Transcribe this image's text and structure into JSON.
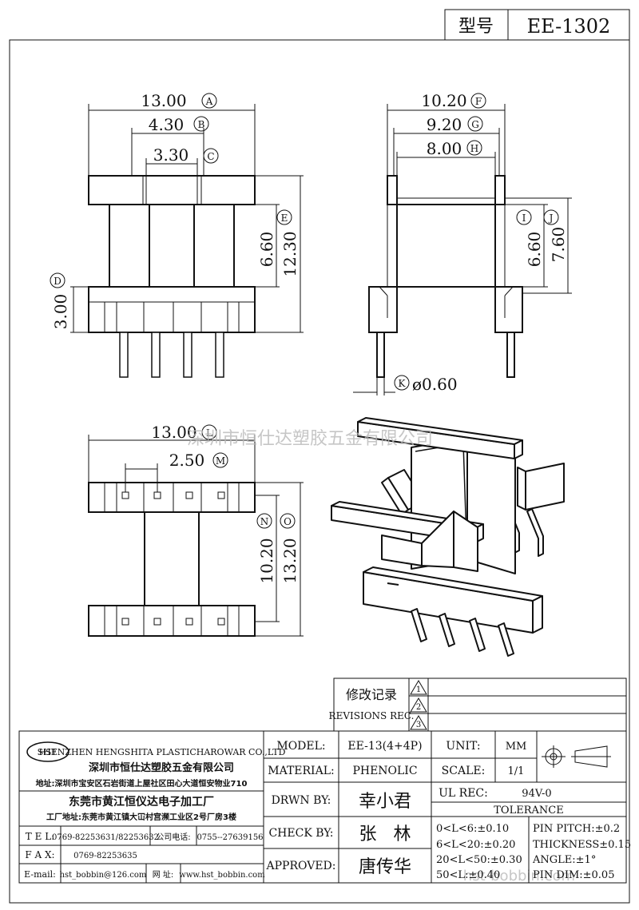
{
  "header": {
    "type_label": "型号",
    "model_code": "EE-1302"
  },
  "dims": {
    "a": "13.00",
    "a_ref": "A",
    "b": "4.30",
    "b_ref": "B",
    "c": "3.30",
    "c_ref": "C",
    "d": "3.00",
    "d_ref": "D",
    "e": "6.60",
    "e2": "12.30",
    "e_ref": "E",
    "f": "10.20",
    "f_ref": "F",
    "g": "9.20",
    "g_ref": "G",
    "h": "8.00",
    "h_ref": "H",
    "i": "6.60",
    "i_ref": "I",
    "j": "7.60",
    "j_ref": "J",
    "k": "ø0.60",
    "k_ref": "K",
    "l": "13.00",
    "l_ref": "L",
    "m": "2.50",
    "m_ref": "M",
    "n": "10.20",
    "n_ref": "N",
    "o": "13.20",
    "o_ref": "O"
  },
  "watermark_cn": "深圳市恒仕达塑胶五金有限公司",
  "watermark_url": "hst-bobbin.com",
  "revisions": {
    "title": "修改记录",
    "subtitle": "REVISIONS REC.",
    "rows": [
      "1",
      "2",
      "3"
    ]
  },
  "company": {
    "logo": "HST",
    "name_en": "SHENZHEN HENGSHITA PLASTICHAROWAR CO.,LTD",
    "name_cn": "深圳市恒仕达塑胶五金有限公司",
    "addr1": "地址:深圳市宝安区石岩街道上屋社区田心大道恒安物业710",
    "factory": "东莞市黄江恒仪达电子加工厂",
    "addr2": "工厂地址:东莞市黄江镇大冚村宫濒工业区2号厂房3楼",
    "tel_label": "T E L:",
    "tel": "0769-82253631/82253632",
    "phone_label": "公司电话:",
    "phone": "0755--27639156",
    "fax_label": "F A X:",
    "fax": "0769-82253635",
    "email_label": "E-mail:",
    "email": "hst_bobbin@126.com",
    "web_label": "网 址:",
    "web": "www.hst_bobbin.com"
  },
  "spec": {
    "model_label": "MODEL:",
    "model": "EE-13(4+4P)",
    "material_label": "MATERIAL:",
    "material": "PHENOLIC",
    "drawn_label": "DRWN BY:",
    "drawn": "幸小君",
    "check_label": "CHECK BY:",
    "check": "张   林",
    "approved_label": "APPROVED:",
    "approved": "唐传华",
    "unit_label": "UNIT:",
    "unit": "MM",
    "scale_label": "SCALE:",
    "scale": "1/1",
    "ul_label": "UL REC:",
    "ul": "94V-0",
    "tolerance_title": "TOLERANCE",
    "tol1": "0<L<6:±0.10",
    "tol2": "6<L<20:±0.20",
    "tol3": "20<L<50:±0.30",
    "tol4": "50<L:±0.40",
    "pin_pitch": "PIN PITCH:±0.2",
    "thickness": "THICKNESS±0.15",
    "angle": "ANGLE:±1°",
    "pin_dim": "PIN DIM:±0.05"
  }
}
